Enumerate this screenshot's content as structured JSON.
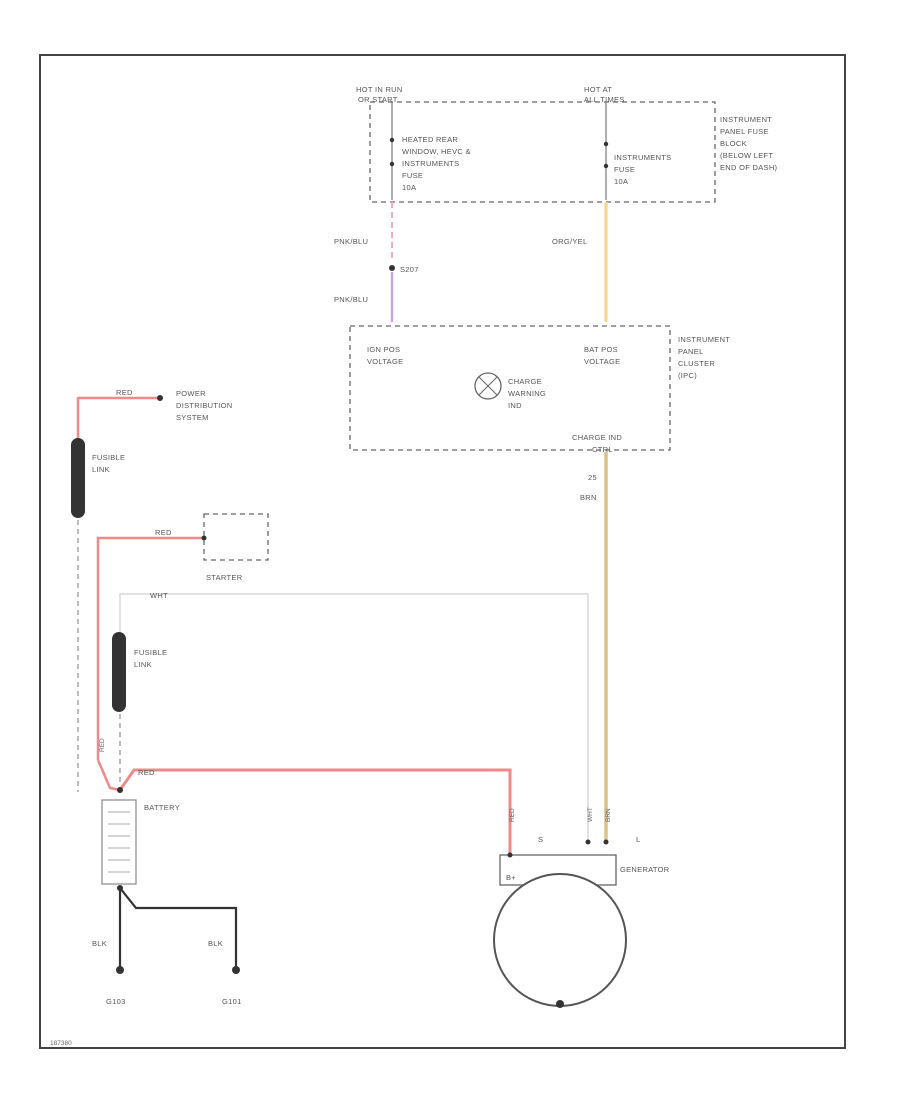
{
  "labels": {
    "hot_in_run": [
      "HOT IN RUN",
      "OR START"
    ],
    "hot_at_all_times": [
      "HOT AT",
      "ALL TIMES"
    ],
    "fuse_heated": [
      "HEATED REAR",
      "WINDOW, HEVC &",
      "INSTRUMENTS",
      "FUSE",
      "10A"
    ],
    "fuse_instruments": [
      "INSTRUMENTS",
      "FUSE",
      "10A"
    ],
    "fuse_block": [
      "INSTRUMENT",
      "PANEL FUSE",
      "BLOCK",
      "(BELOW LEFT",
      "END OF DASH)"
    ],
    "wire_pnk_blu_top": "PNK/BLU",
    "splice": "S207",
    "wire_pnk_blu_bottom": "PNK/BLU",
    "wire_org_yel": "ORG/YEL",
    "ign_pos_voltage": [
      "IGN POS",
      "VOLTAGE"
    ],
    "bat_pos_voltage": [
      "BAT POS",
      "VOLTAGE"
    ],
    "charge_warning": [
      "CHARGE",
      "WARNING",
      "IND"
    ],
    "cluster": [
      "INSTRUMENT",
      "PANEL",
      "CLUSTER",
      "(IPC)"
    ],
    "charge_ind_ctrl": [
      "CHARGE IND",
      "CTRL"
    ],
    "wire_circuit": "25",
    "wire_brn": "BRN",
    "power_dist": [
      "POWER",
      "DISTRIBUTION",
      "SYSTEM"
    ],
    "fusible_link_1": [
      "FUSIBLE",
      "LINK"
    ],
    "fusible_link_2": [
      "FUSIBLE",
      "LINK"
    ],
    "wire_red_1": "RED",
    "wire_red_2": "RED",
    "wire_red_3": "RED",
    "wire_red_4": "RED",
    "wire_red_5": "RED",
    "starter": "STARTER",
    "wire_wht": "WHT",
    "wire_wht_v": "WHT",
    "wire_brn_v": "BRN",
    "battery": "BATTERY",
    "generator": "GENERATOR",
    "terminal_s": "S",
    "terminal_l": "L",
    "terminal_bplus": "B+",
    "wire_blk_1": "BLK",
    "wire_blk_2": "BLK",
    "ground_1": "G103",
    "ground_2": "G101",
    "figure_id": "187380"
  },
  "colors": {
    "red": "#f08a8a",
    "purple": "#c9a7dc",
    "pink": "#f1a9c7",
    "yellow": "#f6d58a",
    "brown_yellow": "#d9c38a",
    "dark": "#333333"
  }
}
